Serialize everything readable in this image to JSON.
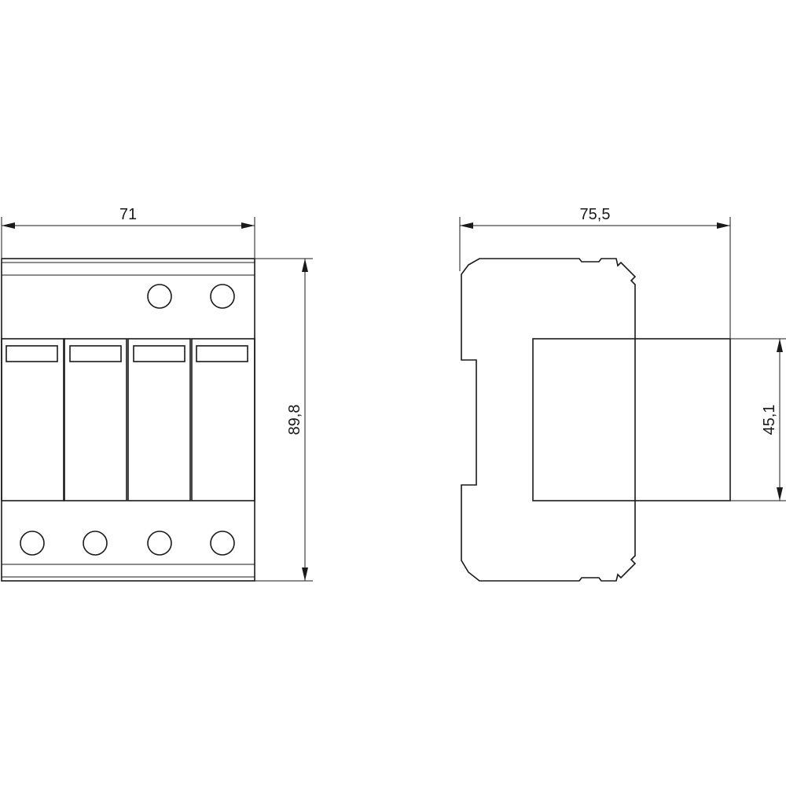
{
  "front_view": {
    "width_dimension": "71",
    "height_dimension": "89,8"
  },
  "side_view": {
    "depth_dimension": "75,5",
    "body_height_dimension": "45,1"
  }
}
